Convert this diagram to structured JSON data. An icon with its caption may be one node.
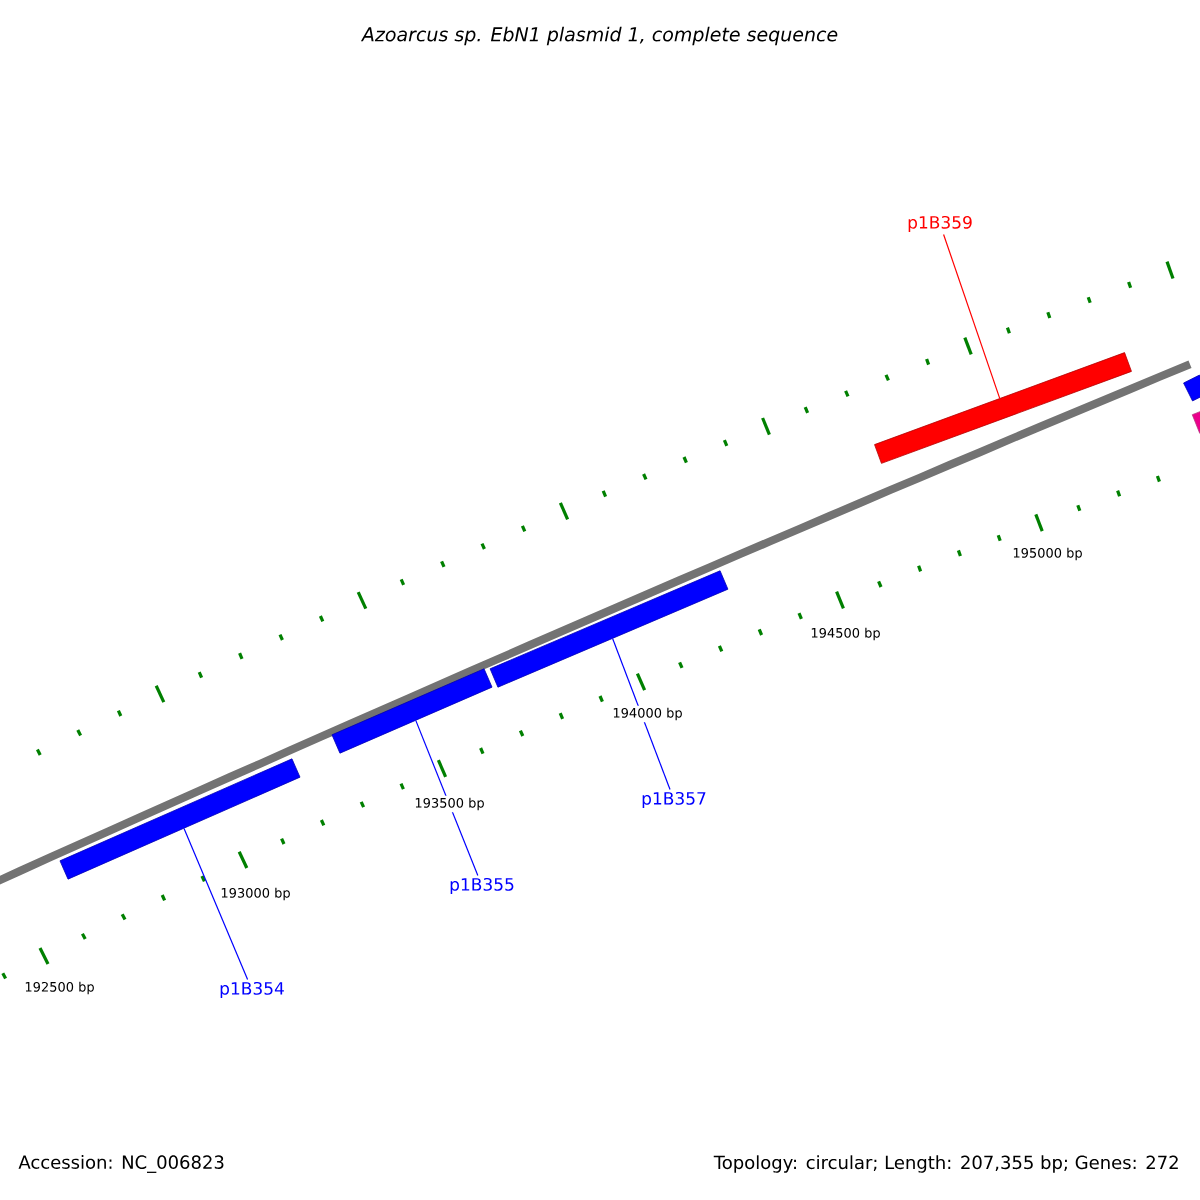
{
  "diagram": {
    "title": "Azoarcus sp. EbN1 plasmid 1, complete sequence",
    "nodes": [
      {
        "text": [
          "p1B359"
        ]
      },
      {
        "text": [],
        "shape": "bar"
      },
      {
        "text": [],
        "shape": "bar"
      },
      {
        "text": [],
        "shape": "bar"
      },
      {
        "text": [],
        "shape": "bar"
      },
      {
        "text": [],
        "shape": "bar"
      },
      {
        "text": [
          "p1B357"
        ]
      },
      {
        "text": [],
        "shape": "bar"
      },
      {
        "text": [
          "p1B355"
        ]
      },
      {
        "text": [
          "p1B354"
        ]
      }
    ],
    "edges": [
      {
        "from": 0,
        "to": 1,
        "arrow": "none",
        "color": "#ff0000"
      },
      {
        "from": 6,
        "to": 4,
        "arrow": "none"
      },
      {
        "from": 8,
        "to": 5,
        "arrow": "none"
      },
      {
        "from": 9,
        "to": 7,
        "arrow": "none"
      }
    ],
    "labels": [
      "195000 bp",
      "194500 bp",
      "194000 bp",
      "193500 bp",
      "193000 bp",
      "192500 bp",
      "Accession: NC_006823",
      "Topology: circular; Length: 207,355 bp; Genes: 272"
    ]
  }
}
